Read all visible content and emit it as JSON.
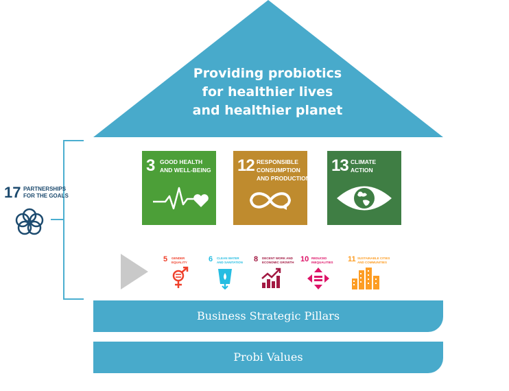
{
  "roof": {
    "lines": [
      "Providing probiotics",
      "for healthier lives",
      "and healthier planet"
    ],
    "color": "#48aacb"
  },
  "partnership_goal": {
    "number": "17",
    "label_line1": "PARTNERSHIPS",
    "label_line2": "FOR THE GOALS",
    "icon": "flower-rings-icon",
    "color": "#1c4a6e"
  },
  "main_goals": [
    {
      "number": "3",
      "title_line1": "GOOD HEALTH",
      "title_line2": "AND WELL-BEING",
      "title_line3": "",
      "icon": "heartbeat-icon",
      "color": "#4c9f38"
    },
    {
      "number": "12",
      "title_line1": "RESPONSIBLE",
      "title_line2": "CONSUMPTION",
      "title_line3": "AND PRODUCTION",
      "icon": "infinity-icon",
      "color": "#bf8b2e"
    },
    {
      "number": "13",
      "title_line1": "CLIMATE",
      "title_line2": "ACTION",
      "title_line3": "",
      "icon": "eye-globe-icon",
      "color": "#3f7e44"
    }
  ],
  "secondary_goals": [
    {
      "number": "5",
      "title_line1": "GENDER",
      "title_line2": "EQUALITY",
      "icon": "gender-icon",
      "color": "#ef402b"
    },
    {
      "number": "6",
      "title_line1": "CLEAN WATER",
      "title_line2": "AND SANITATION",
      "icon": "water-glass-icon",
      "color": "#26bde2"
    },
    {
      "number": "8",
      "title_line1": "DECENT WORK AND",
      "title_line2": "ECONOMIC GROWTH",
      "icon": "growth-chart-icon",
      "color": "#a21942"
    },
    {
      "number": "10",
      "title_line1": "REDUCED",
      "title_line2": "INEQUALITIES",
      "icon": "arrows-equality-icon",
      "color": "#dd1367"
    },
    {
      "number": "11",
      "title_line1": "SUSTAINABLE CITIES",
      "title_line2": "AND COMMUNITIES",
      "icon": "city-buildings-icon",
      "color": "#fd9d24"
    }
  ],
  "bands": {
    "pillars": "Business Strategic Pillars",
    "values": "Probi Values"
  }
}
